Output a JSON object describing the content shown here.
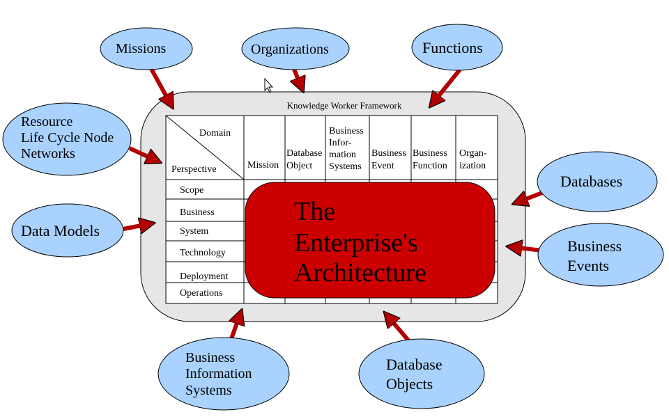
{
  "framework_title": "Knowledge Worker Framework",
  "corner": {
    "domain": "Domain",
    "perspective": "Perspective"
  },
  "columns": [
    [
      "Mission"
    ],
    [
      "Database",
      "Object"
    ],
    [
      "Business",
      "Infor-",
      "mation",
      "Systems"
    ],
    [
      "Business",
      "Event"
    ],
    [
      "Business",
      "Function"
    ],
    [
      "Organ-",
      "ization"
    ]
  ],
  "rows": [
    "Scope",
    "Business",
    "System",
    "Technology",
    "Deployment",
    "Operations"
  ],
  "center": {
    "lines": [
      "The",
      "Enterprise's",
      "Architecture"
    ]
  },
  "bubbles": {
    "missions": [
      "Missions"
    ],
    "organizations": [
      "Organizations"
    ],
    "functions": [
      "Functions"
    ],
    "resource": [
      "Resource",
      "Life Cycle Node",
      "Networks"
    ],
    "data_models": [
      "Data Models"
    ],
    "databases": [
      "Databases"
    ],
    "business_events": [
      "Business",
      "Events"
    ],
    "bis": [
      "Business",
      "Information",
      "Systems"
    ],
    "database_objects": [
      "Database",
      "Objects"
    ]
  },
  "colors": {
    "bubble_fill": "#a9d2ff",
    "panel_fill": "#e6e6e6",
    "center_fill": "#cc0000",
    "arrow": "#b30000"
  }
}
